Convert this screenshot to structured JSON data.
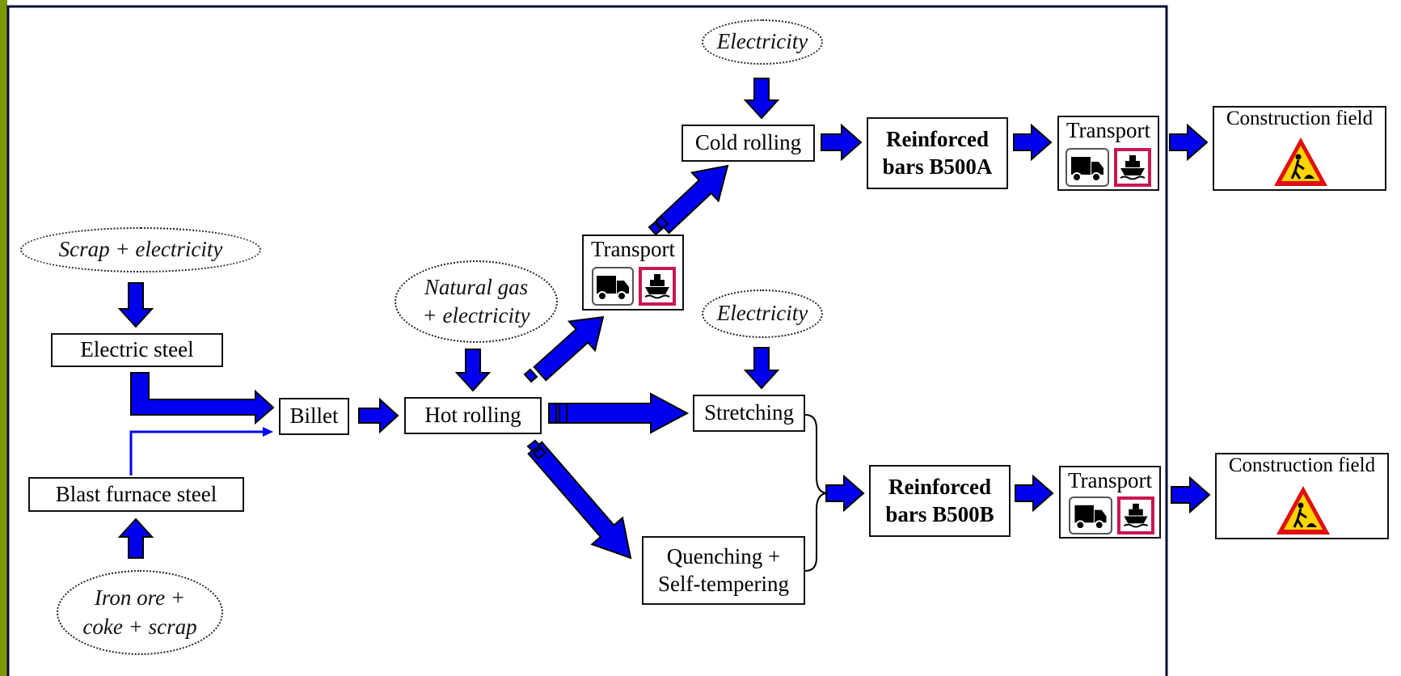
{
  "colors": {
    "arrow_fill": "#0000ee",
    "arrow_stroke": "#000000",
    "frame": "#0a0a3a",
    "left_bar": "#7a9a00",
    "ship_border": "#c8174e",
    "sign_red": "#e01010",
    "sign_yellow": "#ffd400"
  },
  "inputs": {
    "scrap_electricity": "Scrap + electricity",
    "natural_gas": [
      "Natural gas",
      "+ electricity"
    ],
    "iron_ore": [
      "Iron ore +",
      "coke + scrap"
    ],
    "electricity_top": "Electricity",
    "electricity_mid": "Electricity"
  },
  "processes": {
    "electric_steel": "Electric steel",
    "blast_furnace_steel": "Blast furnace steel",
    "billet": "Billet",
    "hot_rolling": "Hot rolling",
    "cold_rolling": "Cold rolling",
    "stretching": "Stretching",
    "quenching": [
      "Quenching +",
      "Self-tempering"
    ]
  },
  "products": {
    "b500a": [
      "Reinforced",
      "bars B500A"
    ],
    "b500b": [
      "Reinforced",
      "bars B500B"
    ]
  },
  "transport": {
    "label": "Transport",
    "icons": [
      "truck-icon",
      "ship-icon"
    ]
  },
  "destinations": {
    "construction_field": "Construction field",
    "icon": "roadworks-sign-icon"
  }
}
